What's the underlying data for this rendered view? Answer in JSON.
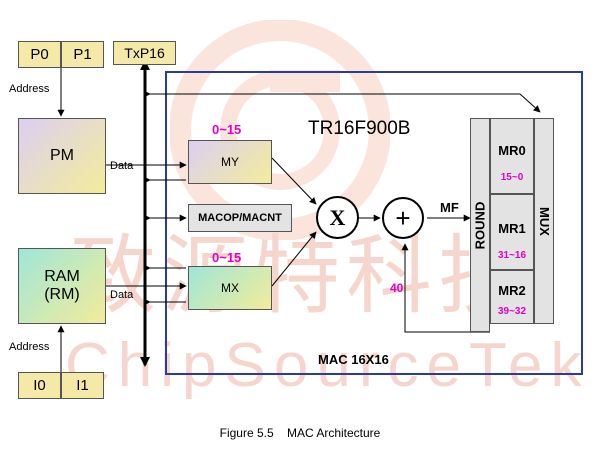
{
  "registers": {
    "p0": "P0",
    "p1": "P1",
    "i0": "I0",
    "i1": "I1",
    "txp16": "TxP16"
  },
  "labels": {
    "address_top": "Address",
    "address_bottom": "Address",
    "data_pm": "Data",
    "data_ram": "Data"
  },
  "pm": {
    "label": "PM"
  },
  "ram": {
    "line1": "RAM",
    "line2": "(RM)"
  },
  "my": {
    "label": "MY",
    "range": "0~15"
  },
  "mx": {
    "label": "MX",
    "range": "0~15"
  },
  "macop": {
    "label": "MACOP/MACNT"
  },
  "multiply": {
    "symbol": "X"
  },
  "add": {
    "symbol": "+"
  },
  "mf": {
    "label": "MF"
  },
  "round": {
    "label": "ROUND"
  },
  "mux": {
    "label": "MUX"
  },
  "mr0": {
    "label": "MR0",
    "range": "15~0"
  },
  "mr1": {
    "label": "MR1",
    "range": "31~16"
  },
  "mr2": {
    "label": "MR2",
    "range": "39~32"
  },
  "feedback": {
    "label": "40"
  },
  "chip": {
    "title": "TR16F900B"
  },
  "mac": {
    "label": "MAC 16X16"
  },
  "caption": {
    "text": "Figure 5.5    MAC Architecture"
  },
  "watermark": {
    "cn": "致源特科技",
    "en": "ChipSourceTek"
  },
  "colors": {
    "register": "#f5e9a8",
    "pm_grad_start": "#dccff2",
    "ram_grad_start": "#9fe6d8",
    "frame": "#2a3aa8",
    "pink": "#e000c8",
    "gray": "#e3e3e3"
  }
}
